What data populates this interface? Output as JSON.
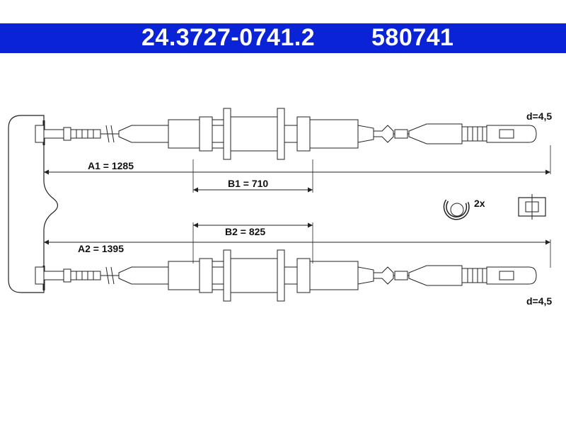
{
  "header": {
    "part_number": "24.3727-0741.2",
    "ref_number": "580741",
    "bg_color": "#0a23d6"
  },
  "dimensions": {
    "a1": "A1 = 1285",
    "b1": "B1 = 710",
    "b2": "B2 = 825",
    "a2": "A2 = 1395",
    "d_top": "d=4,5",
    "d_bottom": "d=4,5"
  },
  "clip": {
    "count_label": "2x"
  }
}
